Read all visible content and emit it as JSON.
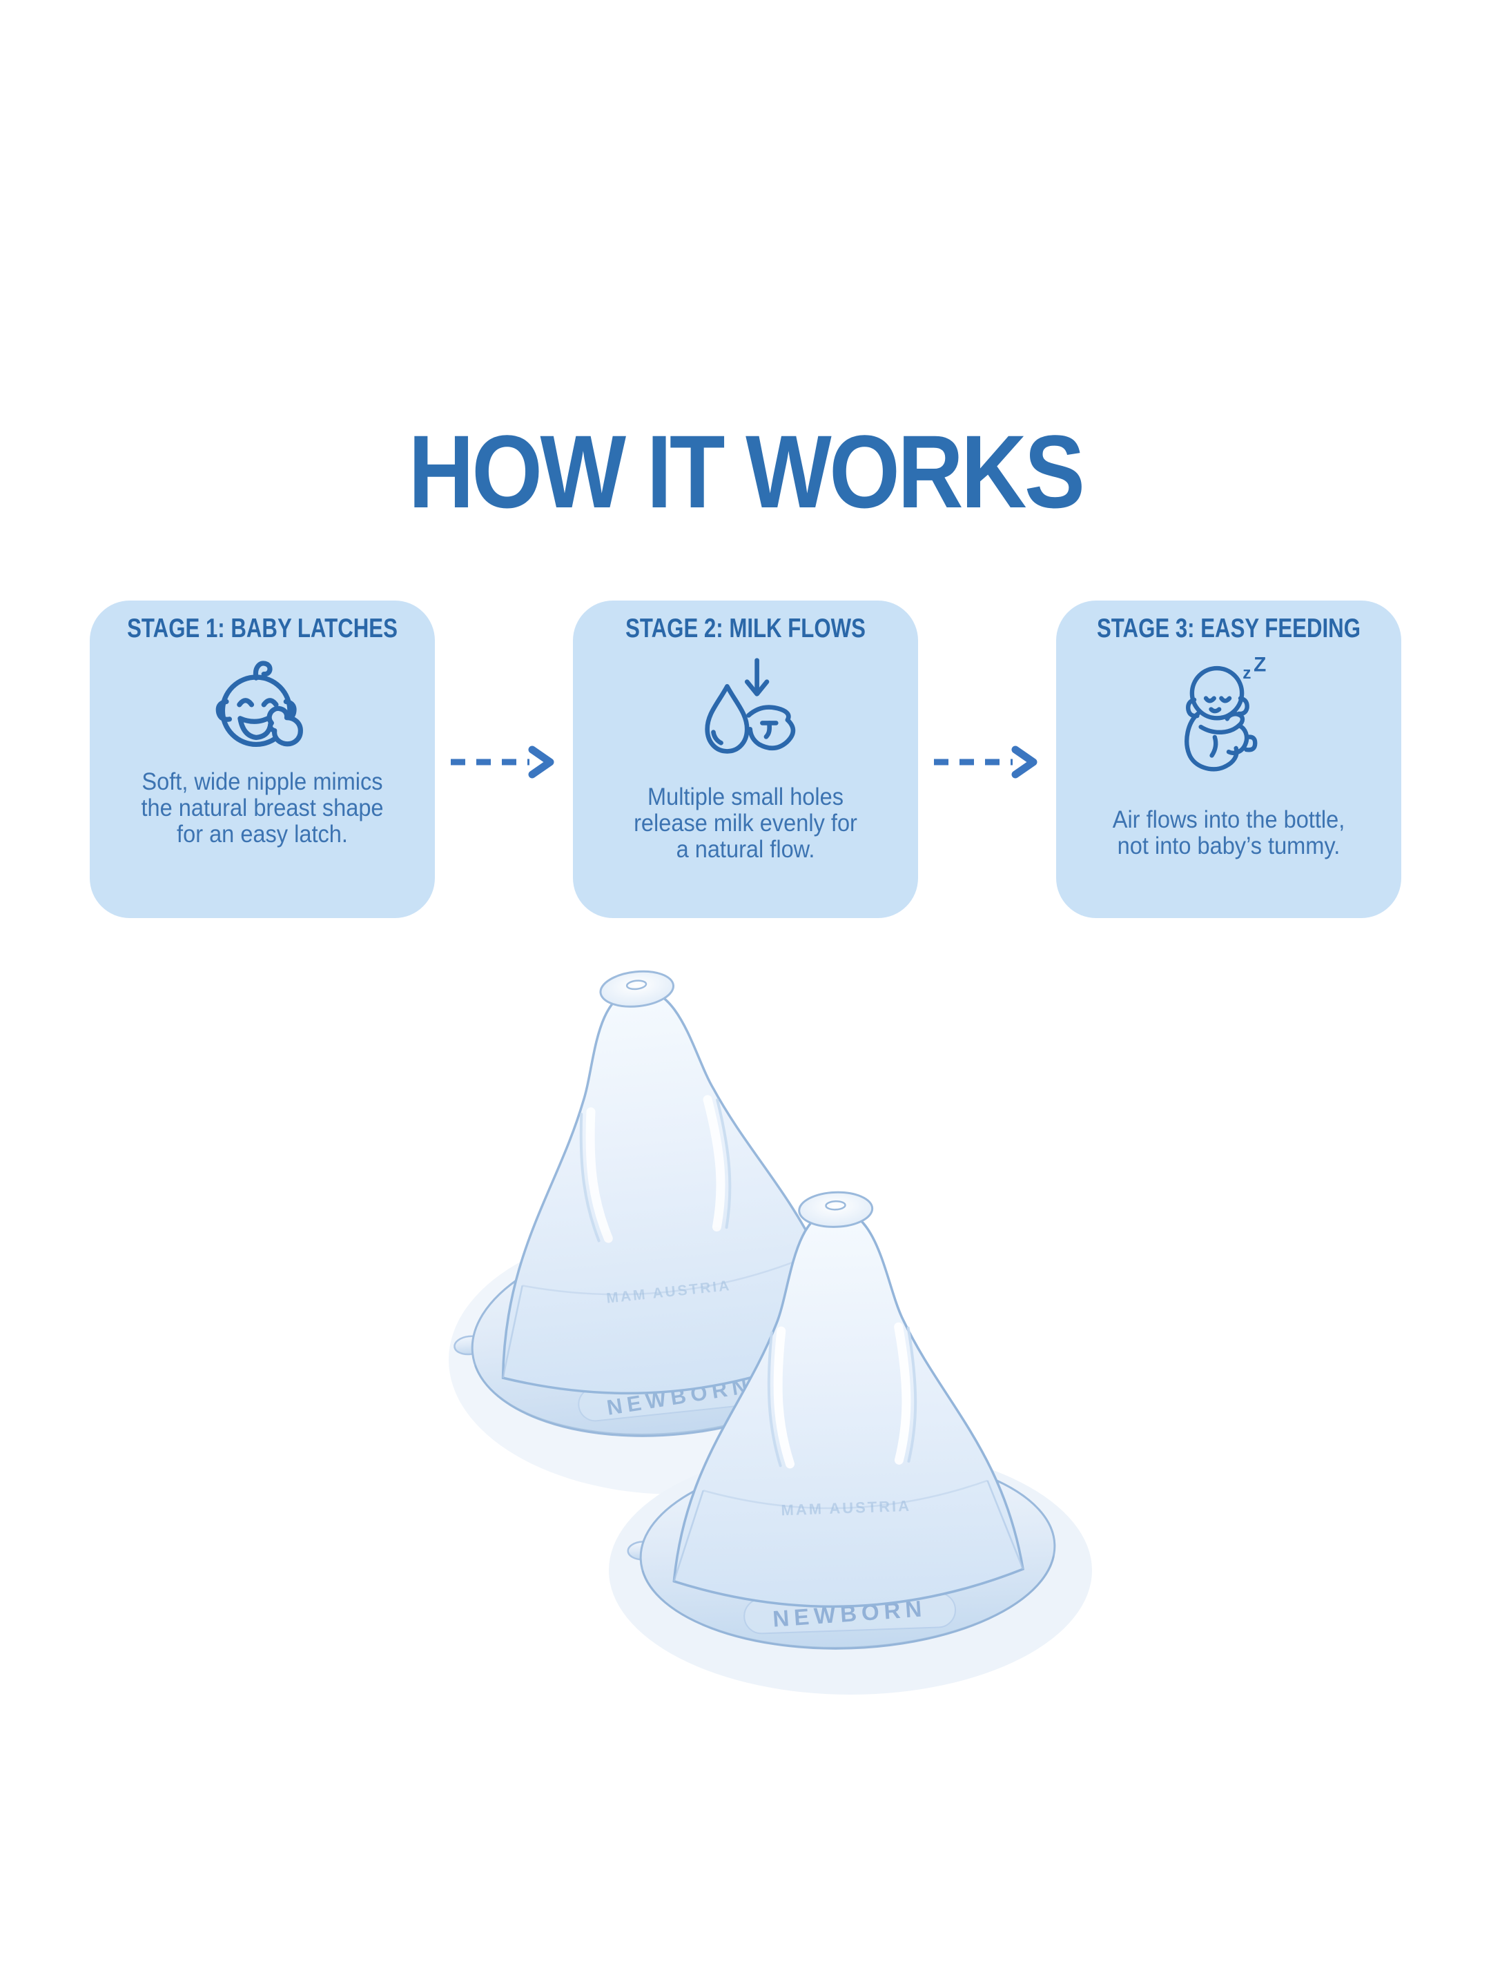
{
  "page": {
    "title": "HOW IT WORKS"
  },
  "colors": {
    "title": "#2E6FB1",
    "card_background": "#C9E1F6",
    "heading_text": "#2A67A8",
    "body_text": "#3C73B1",
    "icon_stroke": "#2B68AC",
    "arrow": "#3B76C0",
    "product_tint": "#D7E5F5"
  },
  "stages": [
    {
      "heading": "STAGE 1: BABY LATCHES",
      "icon": "baby-face-icon",
      "body": "Soft, wide nipple mimics\nthe natural breast shape\nfor an easy latch."
    },
    {
      "heading": "STAGE 2: MILK FLOWS",
      "icon": "milk-drop-icon",
      "body": "Multiple small holes\nrelease milk evenly for\na natural flow."
    },
    {
      "heading": "STAGE 3: EASY FEEDING",
      "icon": "sleeping-baby-icon",
      "body": "Air flows into the bottle,\nnot into baby’s tummy."
    }
  ],
  "product": {
    "embossed_text": "NEWBORN",
    "mold_text": "MAM AUSTRIA"
  }
}
